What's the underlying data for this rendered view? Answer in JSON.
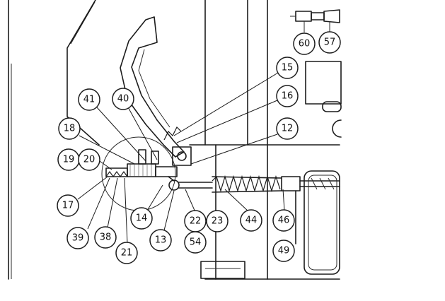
{
  "callouts": [
    {
      "id": "c60",
      "label": "60"
    },
    {
      "id": "c57",
      "label": "57"
    },
    {
      "id": "c15",
      "label": "15"
    },
    {
      "id": "c16",
      "label": "16"
    },
    {
      "id": "c41",
      "label": "41"
    },
    {
      "id": "c40",
      "label": "40"
    },
    {
      "id": "c12",
      "label": "12"
    },
    {
      "id": "c18",
      "label": "18"
    },
    {
      "id": "c19",
      "label": "19"
    },
    {
      "id": "c20",
      "label": "20"
    },
    {
      "id": "c17",
      "label": "17"
    },
    {
      "id": "c14",
      "label": "14"
    },
    {
      "id": "c22",
      "label": "22"
    },
    {
      "id": "c23",
      "label": "23"
    },
    {
      "id": "c44",
      "label": "44"
    },
    {
      "id": "c46",
      "label": "46"
    },
    {
      "id": "c39",
      "label": "39"
    },
    {
      "id": "c38",
      "label": "38"
    },
    {
      "id": "c13",
      "label": "13"
    },
    {
      "id": "c54",
      "label": "54"
    },
    {
      "id": "c21",
      "label": "21"
    },
    {
      "id": "c49",
      "label": "49"
    }
  ],
  "colors": {
    "ink": "#1c1c1c",
    "paper": "#ffffff"
  }
}
